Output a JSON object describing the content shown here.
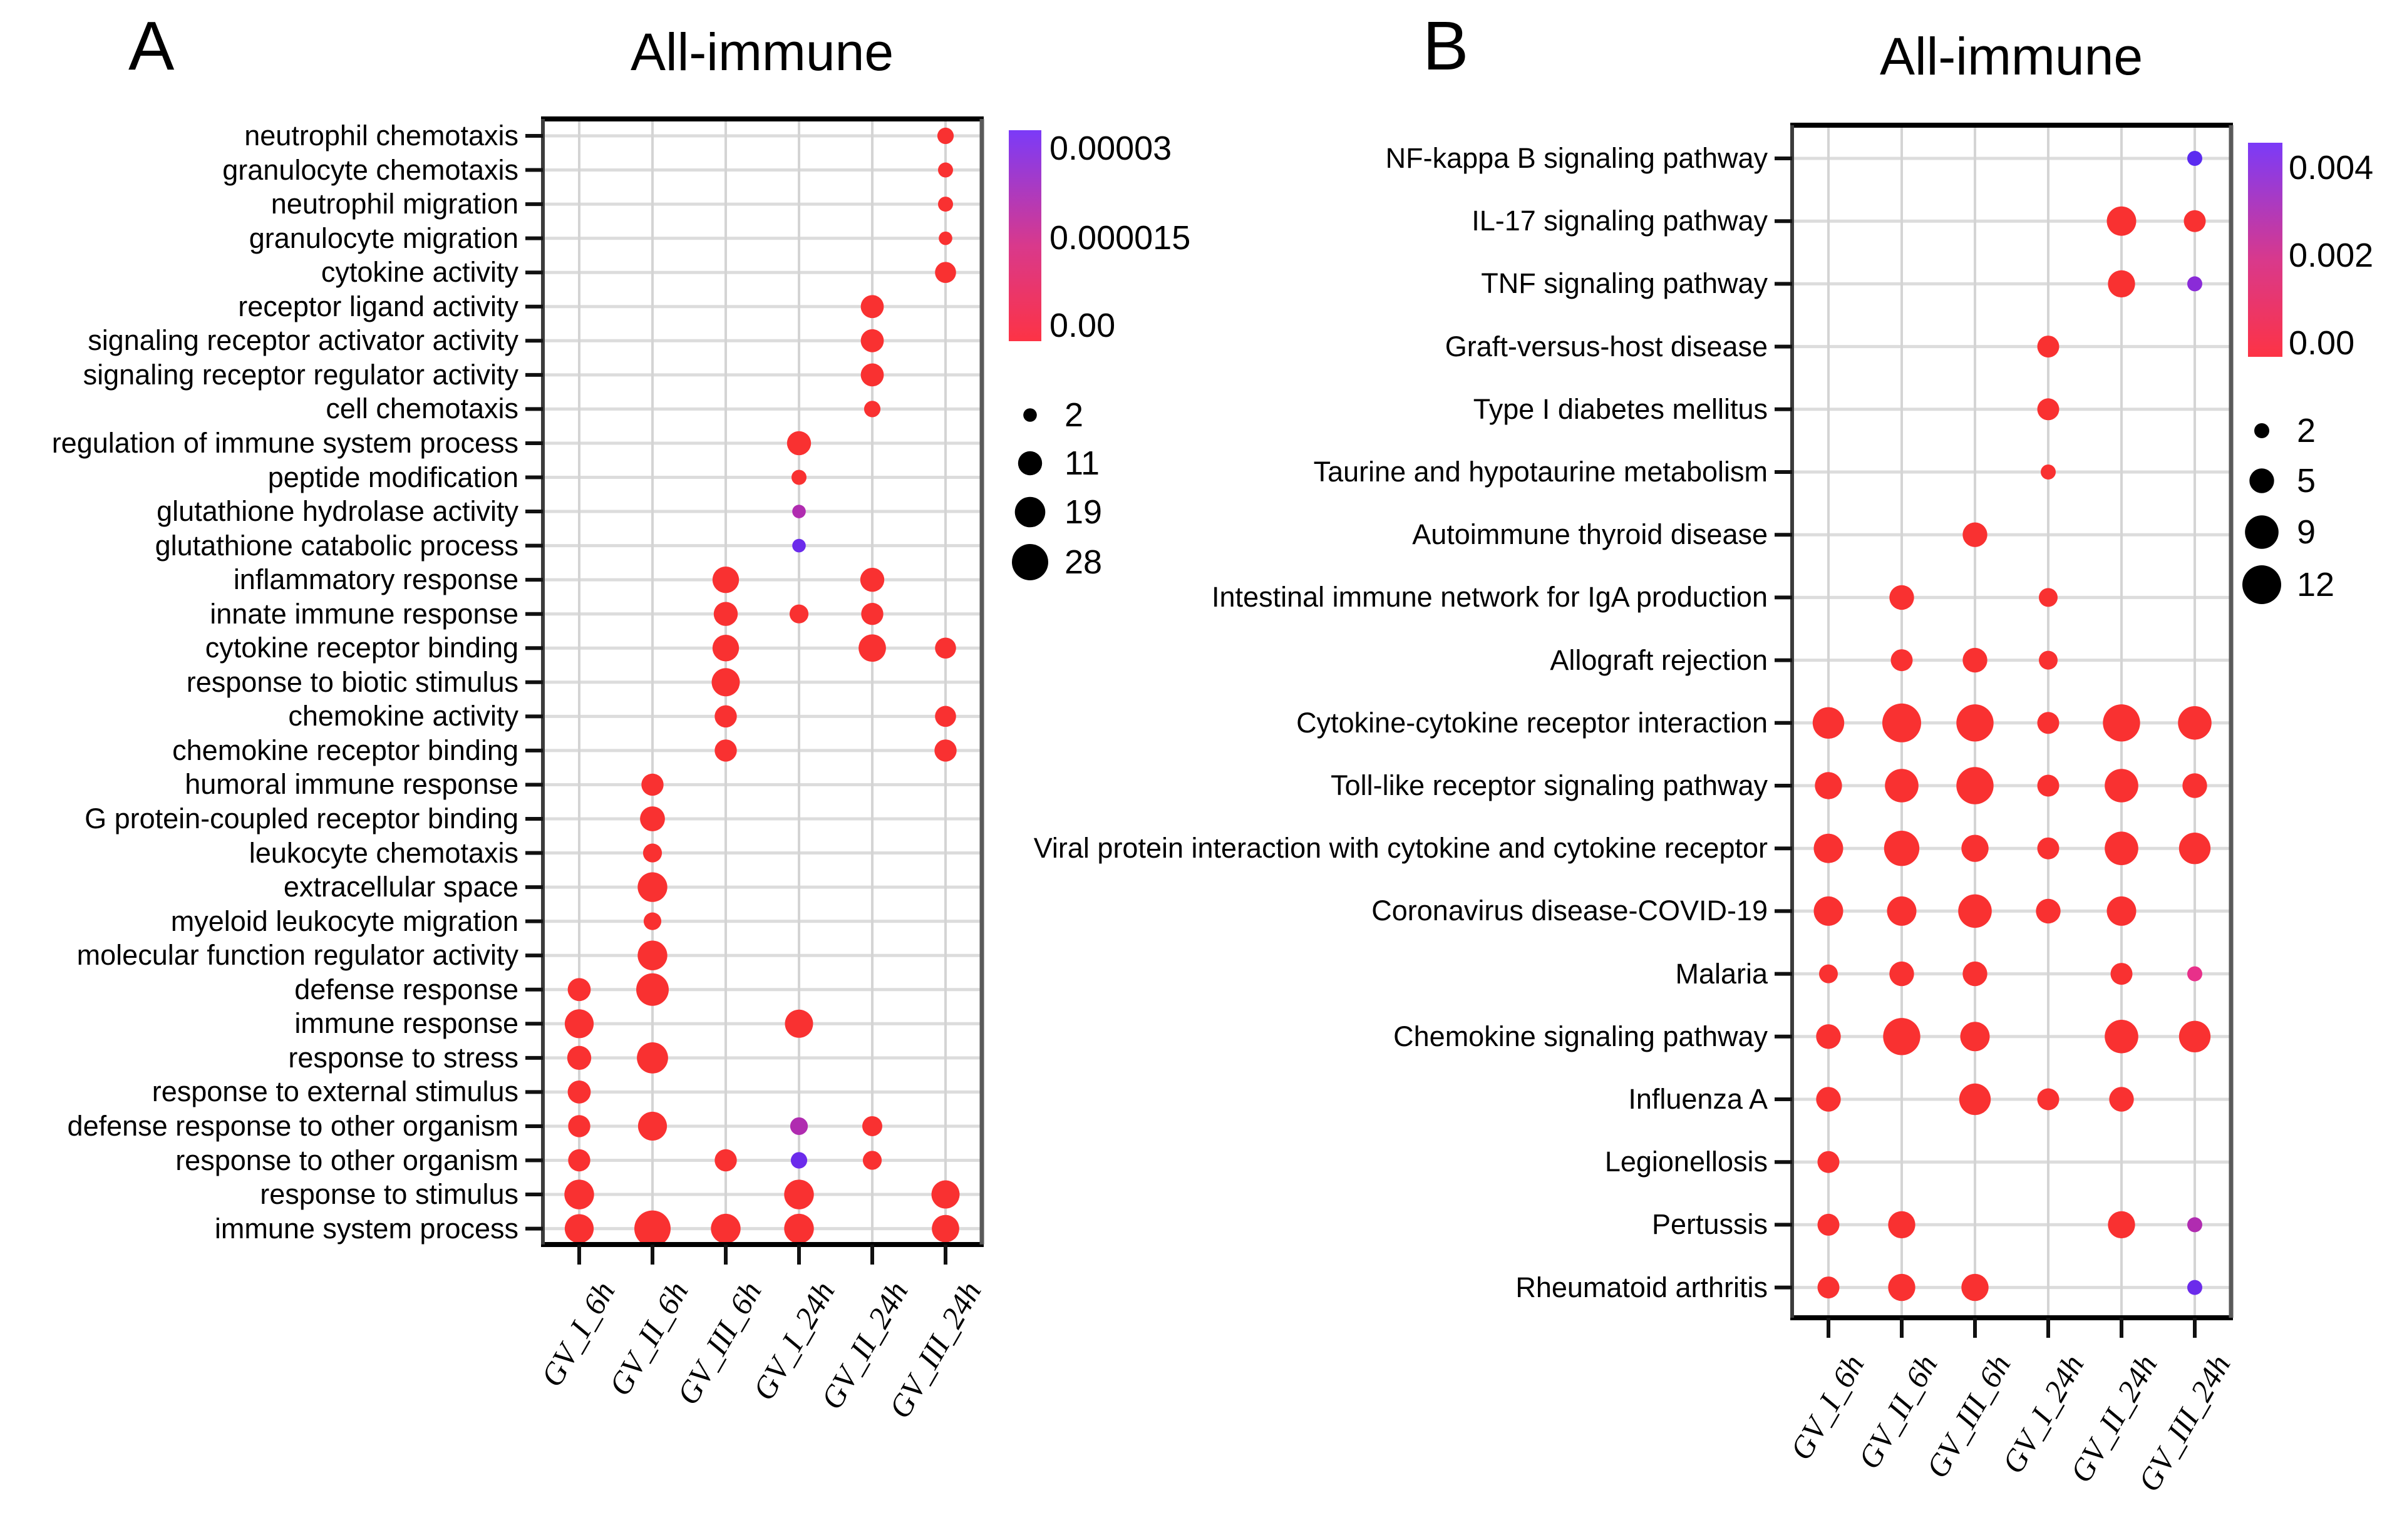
{
  "chart_data": [
    {
      "type": "scatter",
      "subtype": "bubble-dotplot",
      "panel_label": "A",
      "title": "All-immune",
      "x_categories": [
        "GV_I_6h",
        "GV_II_6h",
        "GV_III_6h",
        "GV_I_24h",
        "GV_II_24h",
        "GV_III_24h"
      ],
      "y_categories": [
        "neutrophil chemotaxis",
        "granulocyte chemotaxis",
        "neutrophil migration",
        "granulocyte migration",
        "cytokine activity",
        "receptor ligand activity",
        "signaling receptor activator activity",
        "signaling receptor regulator activity",
        "cell chemotaxis",
        "regulation of immune system process",
        "peptide modification",
        "glutathione hydrolase activity",
        "glutathione catabolic process",
        "inflammatory response",
        "innate immune response",
        "cytokine receptor binding",
        "response to biotic stimulus",
        "chemokine activity",
        "chemokine receptor binding",
        "humoral immune response",
        "G protein-coupled receptor binding",
        "leukocyte chemotaxis",
        "extracellular space",
        "myeloid leukocyte migration",
        "molecular function regulator activity",
        "defense response",
        "immune response",
        "response to stress",
        "response to external stimulus",
        "defense response to other organism",
        "response to other organism",
        "response to stimulus",
        "immune system process"
      ],
      "color_legend": {
        "labels": [
          "0.00003",
          "0.000015",
          "0.00"
        ],
        "top_color": "#7b3af8",
        "mid_color": "#d9398b",
        "bottom_color": "#fd3345"
      },
      "size_legend": {
        "values": [
          "2",
          "11",
          "19",
          "28"
        ]
      },
      "point_fields": [
        "term",
        "sample",
        "gene_count",
        "color_hex"
      ],
      "points": [
        [
          "neutrophil chemotaxis",
          "GV_III_24h",
          4,
          "#f93131"
        ],
        [
          "granulocyte chemotaxis",
          "GV_III_24h",
          3,
          "#f93131"
        ],
        [
          "neutrophil migration",
          "GV_III_24h",
          3,
          "#f93131"
        ],
        [
          "granulocyte migration",
          "GV_III_24h",
          2,
          "#f93131"
        ],
        [
          "cytokine activity",
          "GV_III_24h",
          8,
          "#f93131"
        ],
        [
          "receptor ligand activity",
          "GV_II_24h",
          10,
          "#f93131"
        ],
        [
          "signaling receptor activator activity",
          "GV_II_24h",
          10,
          "#f93131"
        ],
        [
          "signaling receptor regulator activity",
          "GV_II_24h",
          10,
          "#f93131"
        ],
        [
          "cell chemotaxis",
          "GV_II_24h",
          4,
          "#f93131"
        ],
        [
          "regulation of immune system process",
          "GV_I_24h",
          11,
          "#f93131"
        ],
        [
          "peptide modification",
          "GV_I_24h",
          3,
          "#f93131"
        ],
        [
          "glutathione hydrolase activity",
          "GV_I_24h",
          2,
          "#b02cb0"
        ],
        [
          "glutathione catabolic process",
          "GV_I_24h",
          2,
          "#6b2beb"
        ],
        [
          "inflammatory response",
          "GV_III_6h",
          14,
          "#f93131"
        ],
        [
          "inflammatory response",
          "GV_II_24h",
          11,
          "#f93131"
        ],
        [
          "innate immune response",
          "GV_III_6h",
          11,
          "#f93131"
        ],
        [
          "innate immune response",
          "GV_I_24h",
          6,
          "#f93131"
        ],
        [
          "innate immune response",
          "GV_II_24h",
          9,
          "#f93131"
        ],
        [
          "cytokine receptor binding",
          "GV_III_6h",
          14,
          "#f93131"
        ],
        [
          "cytokine receptor binding",
          "GV_II_24h",
          15,
          "#f93131"
        ],
        [
          "cytokine receptor binding",
          "GV_III_24h",
          8,
          "#f93131"
        ],
        [
          "response to biotic stimulus",
          "GV_III_6h",
          16,
          "#f93131"
        ],
        [
          "chemokine activity",
          "GV_III_6h",
          9,
          "#f93131"
        ],
        [
          "chemokine activity",
          "GV_III_24h",
          8,
          "#f93131"
        ],
        [
          "chemokine receptor binding",
          "GV_III_6h",
          9,
          "#f93131"
        ],
        [
          "chemokine receptor binding",
          "GV_III_24h",
          9,
          "#f93131"
        ],
        [
          "humoral immune response",
          "GV_II_6h",
          9,
          "#f93131"
        ],
        [
          "G protein-coupled receptor binding",
          "GV_II_6h",
          12,
          "#f93131"
        ],
        [
          "leukocyte chemotaxis",
          "GV_II_6h",
          6,
          "#f93131"
        ],
        [
          "extracellular space",
          "GV_II_6h",
          18,
          "#f93131"
        ],
        [
          "myeloid leukocyte migration",
          "GV_II_6h",
          5,
          "#f93131"
        ],
        [
          "molecular function regulator activity",
          "GV_II_6h",
          18,
          "#f93131"
        ],
        [
          "defense response",
          "GV_I_6h",
          10,
          "#f93131"
        ],
        [
          "defense response",
          "GV_II_6h",
          22,
          "#f93131"
        ],
        [
          "immune response",
          "GV_I_6h",
          17,
          "#f93131"
        ],
        [
          "immune response",
          "GV_I_24h",
          16,
          "#f93131"
        ],
        [
          "response to stress",
          "GV_I_6h",
          11,
          "#f93131"
        ],
        [
          "response to stress",
          "GV_II_6h",
          20,
          "#f93131"
        ],
        [
          "response to external stimulus",
          "GV_I_6h",
          10,
          "#f93131"
        ],
        [
          "defense response to other organism",
          "GV_I_6h",
          9,
          "#f93131"
        ],
        [
          "defense response to other organism",
          "GV_II_6h",
          17,
          "#f93131"
        ],
        [
          "defense response to other organism",
          "GV_I_24h",
          5,
          "#b02cb0"
        ],
        [
          "defense response to other organism",
          "GV_II_24h",
          7,
          "#f93131"
        ],
        [
          "response to other organism",
          "GV_I_6h",
          9,
          "#f93131"
        ],
        [
          "response to other organism",
          "GV_III_6h",
          9,
          "#f93131"
        ],
        [
          "response to other organism",
          "GV_I_24h",
          4,
          "#6b2beb"
        ],
        [
          "response to other organism",
          "GV_II_24h",
          6,
          "#f93131"
        ],
        [
          "response to stimulus",
          "GV_I_6h",
          18,
          "#f93131"
        ],
        [
          "response to stimulus",
          "GV_I_24h",
          18,
          "#f93131"
        ],
        [
          "response to stimulus",
          "GV_III_24h",
          16,
          "#f93131"
        ],
        [
          "immune system process",
          "GV_I_6h",
          17,
          "#f93131"
        ],
        [
          "immune system process",
          "GV_II_6h",
          28,
          "#f93131"
        ],
        [
          "immune system process",
          "GV_III_6h",
          18,
          "#f93131"
        ],
        [
          "immune system process",
          "GV_I_24h",
          18,
          "#f93131"
        ],
        [
          "immune system process",
          "GV_III_24h",
          15,
          "#f93131"
        ]
      ]
    },
    {
      "type": "scatter",
      "subtype": "bubble-dotplot",
      "panel_label": "B",
      "title": "All-immune",
      "x_categories": [
        "GV_I_6h",
        "GV_II_6h",
        "GV_III_6h",
        "GV_I_24h",
        "GV_II_24h",
        "GV_III_24h"
      ],
      "y_categories": [
        "NF-kappa B signaling pathway",
        "IL-17 signaling pathway",
        "TNF signaling pathway",
        "Graft-versus-host disease",
        "Type I diabetes mellitus",
        "Taurine and hypotaurine metabolism",
        "Autoimmune thyroid disease",
        "Intestinal immune network for IgA production",
        "Allograft rejection",
        "Cytokine-cytokine receptor interaction",
        "Toll-like receptor signaling pathway",
        "Viral protein interaction with cytokine and cytokine receptor",
        "Coronavirus disease-COVID-19",
        "Malaria",
        "Chemokine signaling pathway",
        "Influenza A",
        "Legionellosis",
        "Pertussis",
        "Rheumatoid arthritis"
      ],
      "color_legend": {
        "labels": [
          "0.004",
          "0.002",
          "0.00"
        ],
        "top_color": "#7b3af8",
        "mid_color": "#d9398b",
        "bottom_color": "#fd3345"
      },
      "size_legend": {
        "values": [
          "2",
          "5",
          "9",
          "12"
        ]
      },
      "point_fields": [
        "term",
        "sample",
        "gene_count",
        "color_hex"
      ],
      "points": [
        [
          "NF-kappa B signaling pathway",
          "GV_III_24h",
          2,
          "#5b2bf0"
        ],
        [
          "IL-17 signaling pathway",
          "GV_II_24h",
          7,
          "#f93131"
        ],
        [
          "IL-17 signaling pathway",
          "GV_III_24h",
          4,
          "#f93131"
        ],
        [
          "TNF signaling pathway",
          "GV_II_24h",
          6,
          "#f93131"
        ],
        [
          "TNF signaling pathway",
          "GV_III_24h",
          2,
          "#8a2bd8"
        ],
        [
          "Graft-versus-host disease",
          "GV_I_24h",
          4,
          "#f93131"
        ],
        [
          "Type I diabetes mellitus",
          "GV_I_24h",
          4,
          "#f93131"
        ],
        [
          "Taurine and hypotaurine metabolism",
          "GV_I_24h",
          2,
          "#f93131"
        ],
        [
          "Autoimmune thyroid disease",
          "GV_III_6h",
          5,
          "#f93131"
        ],
        [
          "Intestinal immune network for IgA production",
          "GV_II_6h",
          5,
          "#f93131"
        ],
        [
          "Intestinal immune network for IgA production",
          "GV_I_24h",
          3,
          "#f93131"
        ],
        [
          "Allograft rejection",
          "GV_II_6h",
          4,
          "#f93131"
        ],
        [
          "Allograft rejection",
          "GV_III_6h",
          5,
          "#f93131"
        ],
        [
          "Allograft rejection",
          "GV_I_24h",
          3,
          "#f93131"
        ],
        [
          "Cytokine-cytokine receptor interaction",
          "GV_I_6h",
          8,
          "#f93131"
        ],
        [
          "Cytokine-cytokine receptor interaction",
          "GV_II_6h",
          12,
          "#f93131"
        ],
        [
          "Cytokine-cytokine receptor interaction",
          "GV_III_6h",
          11,
          "#f93131"
        ],
        [
          "Cytokine-cytokine receptor interaction",
          "GV_I_24h",
          4,
          "#f93131"
        ],
        [
          "Cytokine-cytokine receptor interaction",
          "GV_II_24h",
          11,
          "#f93131"
        ],
        [
          "Cytokine-cytokine receptor interaction",
          "GV_III_24h",
          9,
          "#f93131"
        ],
        [
          "Toll-like receptor signaling pathway",
          "GV_I_6h",
          6,
          "#f93131"
        ],
        [
          "Toll-like receptor signaling pathway",
          "GV_II_6h",
          9,
          "#f93131"
        ],
        [
          "Toll-like receptor signaling pathway",
          "GV_III_6h",
          11,
          "#f93131"
        ],
        [
          "Toll-like receptor signaling pathway",
          "GV_I_24h",
          4,
          "#f93131"
        ],
        [
          "Toll-like receptor signaling pathway",
          "GV_II_24h",
          9,
          "#f93131"
        ],
        [
          "Toll-like receptor signaling pathway",
          "GV_III_24h",
          5,
          "#f93131"
        ],
        [
          "Viral protein interaction with cytokine and cytokine receptor",
          "GV_I_6h",
          7,
          "#f93131"
        ],
        [
          "Viral protein interaction with cytokine and cytokine receptor",
          "GV_II_6h",
          10,
          "#f93131"
        ],
        [
          "Viral protein interaction with cytokine and cytokine receptor",
          "GV_III_6h",
          6,
          "#f93131"
        ],
        [
          "Viral protein interaction with cytokine and cytokine receptor",
          "GV_I_24h",
          4,
          "#f93131"
        ],
        [
          "Viral protein interaction with cytokine and cytokine receptor",
          "GV_II_24h",
          9,
          "#f93131"
        ],
        [
          "Viral protein interaction with cytokine and cytokine receptor",
          "GV_III_24h",
          8,
          "#f93131"
        ],
        [
          "Coronavirus disease-COVID-19",
          "GV_I_6h",
          7,
          "#f93131"
        ],
        [
          "Coronavirus disease-COVID-19",
          "GV_II_6h",
          7,
          "#f93131"
        ],
        [
          "Coronavirus disease-COVID-19",
          "GV_III_6h",
          9,
          "#f93131"
        ],
        [
          "Coronavirus disease-COVID-19",
          "GV_I_24h",
          5,
          "#f93131"
        ],
        [
          "Coronavirus disease-COVID-19",
          "GV_II_24h",
          7,
          "#f93131"
        ],
        [
          "Malaria",
          "GV_I_6h",
          3,
          "#f93131"
        ],
        [
          "Malaria",
          "GV_II_6h",
          5,
          "#f93131"
        ],
        [
          "Malaria",
          "GV_III_6h",
          5,
          "#f93131"
        ],
        [
          "Malaria",
          "GV_II_24h",
          4,
          "#f93131"
        ],
        [
          "Malaria",
          "GV_III_24h",
          2,
          "#e8308a"
        ],
        [
          "Chemokine signaling pathway",
          "GV_I_6h",
          5,
          "#f93131"
        ],
        [
          "Chemokine signaling pathway",
          "GV_II_6h",
          11,
          "#f93131"
        ],
        [
          "Chemokine signaling pathway",
          "GV_III_6h",
          7,
          "#f93131"
        ],
        [
          "Chemokine signaling pathway",
          "GV_II_24h",
          9,
          "#f93131"
        ],
        [
          "Chemokine signaling pathway",
          "GV_III_24h",
          8,
          "#f93131"
        ],
        [
          "Influenza A",
          "GV_I_6h",
          5,
          "#f93131"
        ],
        [
          "Influenza A",
          "GV_III_6h",
          8,
          "#f93131"
        ],
        [
          "Influenza A",
          "GV_I_24h",
          4,
          "#f93131"
        ],
        [
          "Influenza A",
          "GV_II_24h",
          5,
          "#f93131"
        ],
        [
          "Legionellosis",
          "GV_I_6h",
          4,
          "#f93131"
        ],
        [
          "Pertussis",
          "GV_I_6h",
          4,
          "#f93131"
        ],
        [
          "Pertussis",
          "GV_II_6h",
          6,
          "#f93131"
        ],
        [
          "Pertussis",
          "GV_II_24h",
          6,
          "#f93131"
        ],
        [
          "Pertussis",
          "GV_III_24h",
          2,
          "#b02cb0"
        ],
        [
          "Rheumatoid arthritis",
          "GV_I_6h",
          4,
          "#f93131"
        ],
        [
          "Rheumatoid arthritis",
          "GV_II_6h",
          6,
          "#f93131"
        ],
        [
          "Rheumatoid arthritis",
          "GV_III_6h",
          6,
          "#f93131"
        ],
        [
          "Rheumatoid arthritis",
          "GV_III_24h",
          2,
          "#6b2beb"
        ]
      ]
    }
  ]
}
